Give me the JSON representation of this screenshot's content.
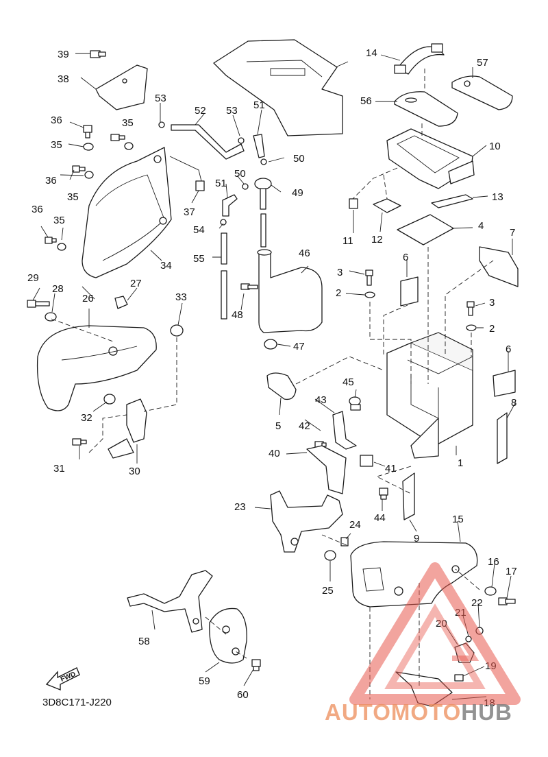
{
  "diagram": {
    "code": "3D8C171-J220",
    "fwd_label": "FWD",
    "callouts": [
      "1",
      "2",
      "2",
      "3",
      "3",
      "4",
      "5",
      "6",
      "6",
      "7",
      "8",
      "9",
      "10",
      "11",
      "12",
      "13",
      "14",
      "15",
      "16",
      "17",
      "18",
      "19",
      "20",
      "21",
      "22",
      "23",
      "24",
      "25",
      "26",
      "27",
      "28",
      "29",
      "30",
      "31",
      "32",
      "33",
      "34",
      "35",
      "35",
      "35",
      "35",
      "36",
      "36",
      "36",
      "37",
      "38",
      "39",
      "40",
      "41",
      "42",
      "43",
      "44",
      "45",
      "46",
      "47",
      "48",
      "49",
      "50",
      "50",
      "51",
      "51",
      "52",
      "53",
      "53",
      "54",
      "55",
      "56",
      "57",
      "58",
      "59",
      "60"
    ]
  },
  "watermark": {
    "brand_part1": "AUTOMOTO",
    "brand_part2": "HUB"
  },
  "colors": {
    "line": "#1a1a1a",
    "watermark_red": "#e85a4f",
    "watermark_orange": "#ec8c5a"
  }
}
